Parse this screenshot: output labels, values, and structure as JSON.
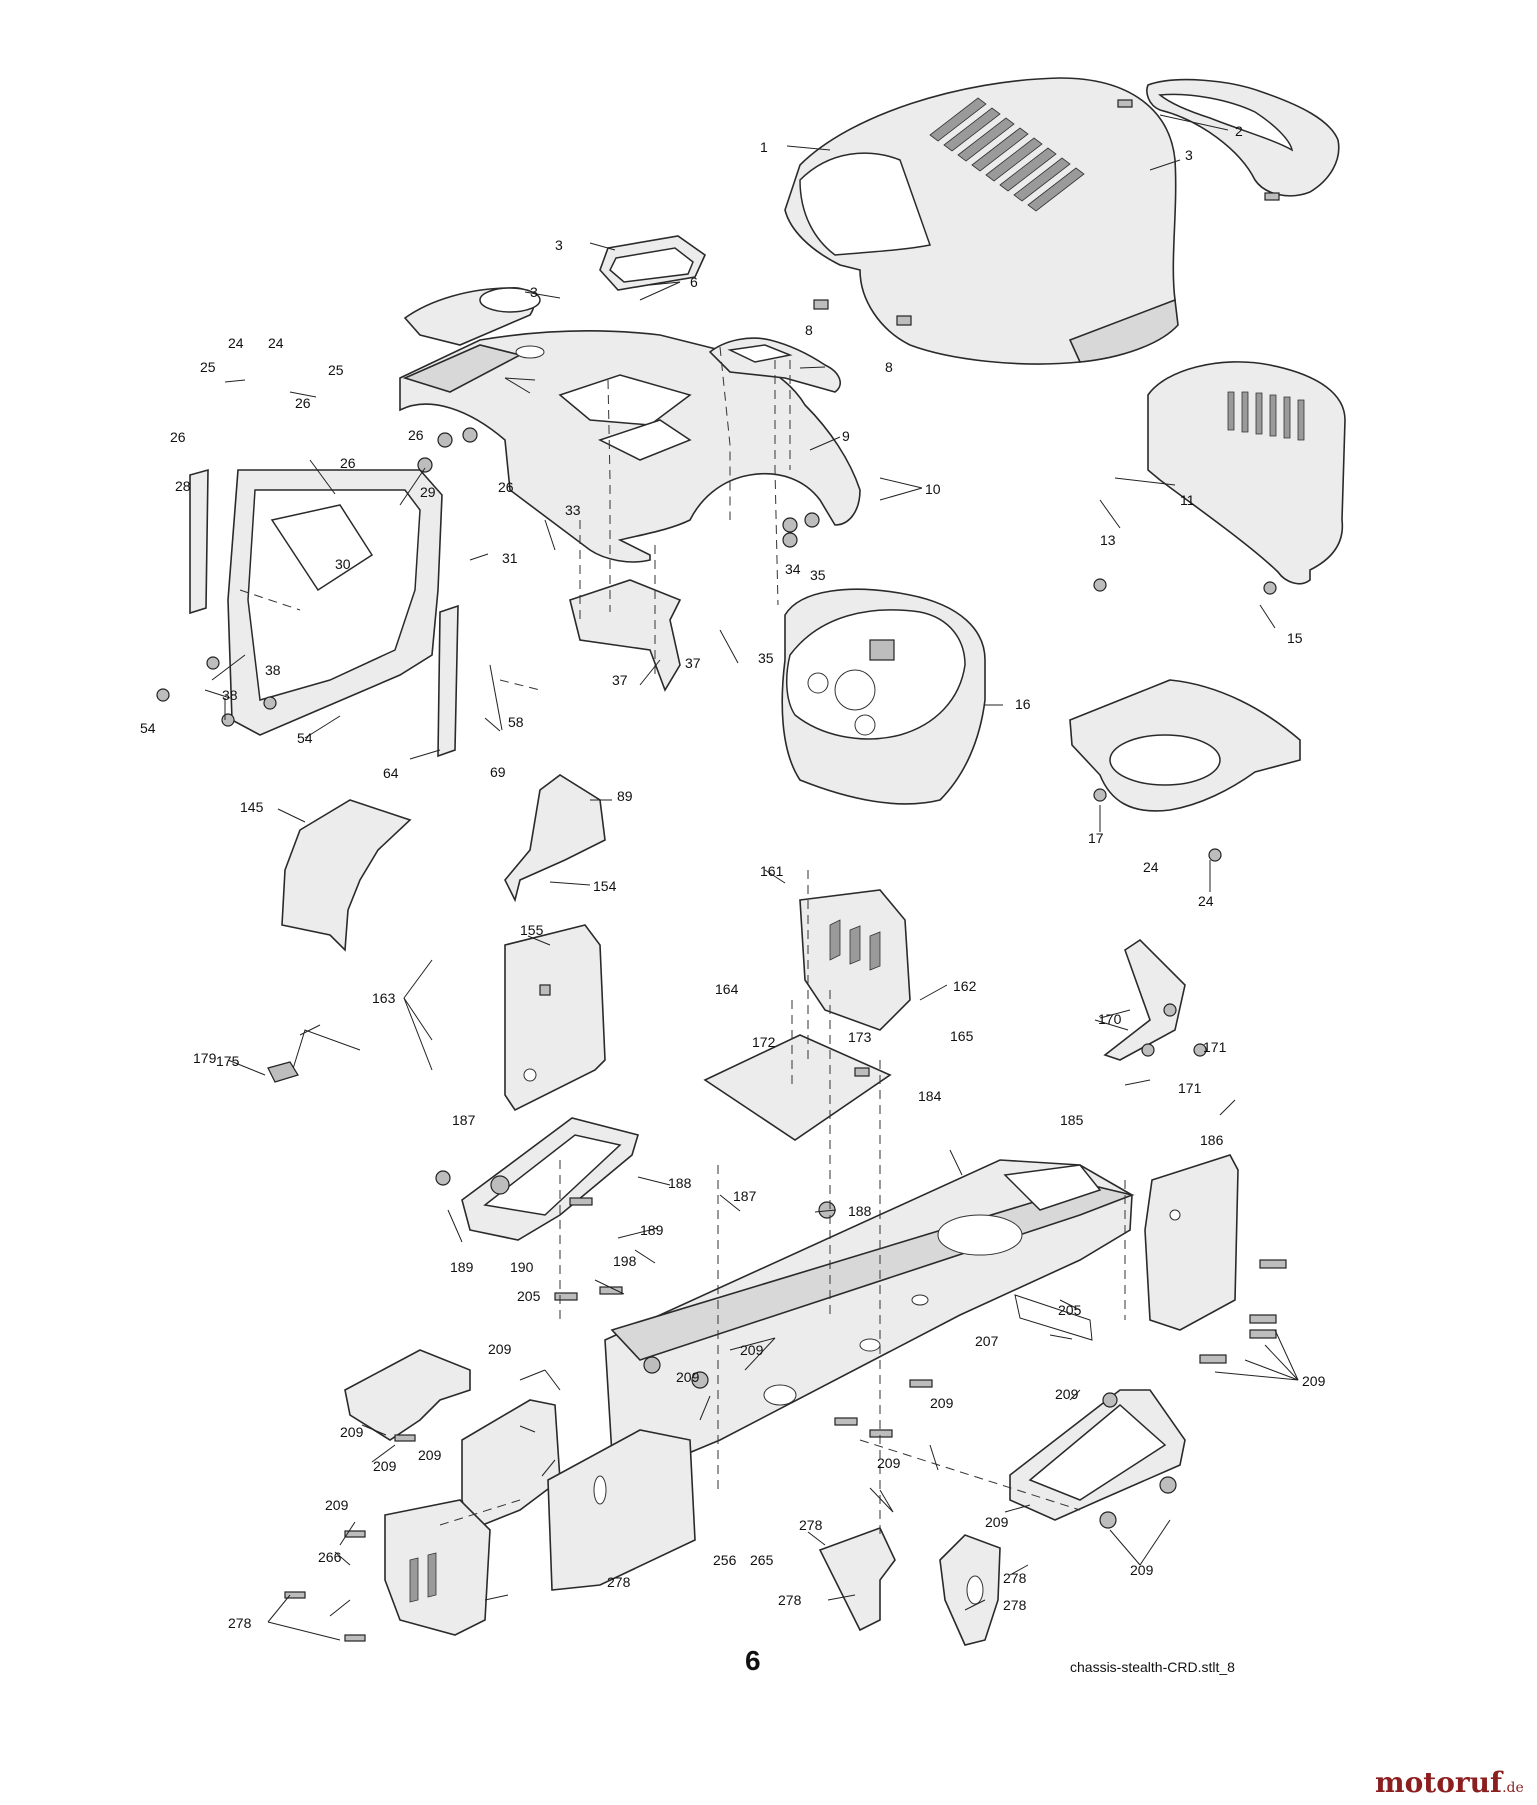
{
  "diagram": {
    "ref_code": "chassis-stealth-CRD.stlt_8",
    "page_number": "6",
    "watermark": {
      "brand": "motoruf",
      "tld": ".de"
    },
    "callouts": [
      "1",
      "2",
      "3",
      "3",
      "3",
      "6",
      "8",
      "8",
      "9",
      "10",
      "11",
      "13",
      "15",
      "16",
      "17",
      "24",
      "24",
      "24",
      "24",
      "25",
      "25",
      "26",
      "26",
      "26",
      "26",
      "26",
      "28",
      "29",
      "30",
      "31",
      "33",
      "34",
      "35",
      "35",
      "37",
      "37",
      "38",
      "38",
      "54",
      "54",
      "58",
      "64",
      "69",
      "89",
      "145",
      "154",
      "155",
      "161",
      "162",
      "163",
      "164",
      "165",
      "170",
      "171",
      "171",
      "172",
      "173",
      "175",
      "179",
      "184",
      "185",
      "186",
      "187",
      "187",
      "188",
      "188",
      "189",
      "189",
      "190",
      "198",
      "205",
      "205",
      "207",
      "209",
      "209",
      "209",
      "209",
      "209",
      "209",
      "209",
      "209",
      "209",
      "209",
      "209",
      "209",
      "209",
      "256",
      "265",
      "266",
      "278",
      "278",
      "278",
      "278",
      "278",
      "278"
    ]
  }
}
